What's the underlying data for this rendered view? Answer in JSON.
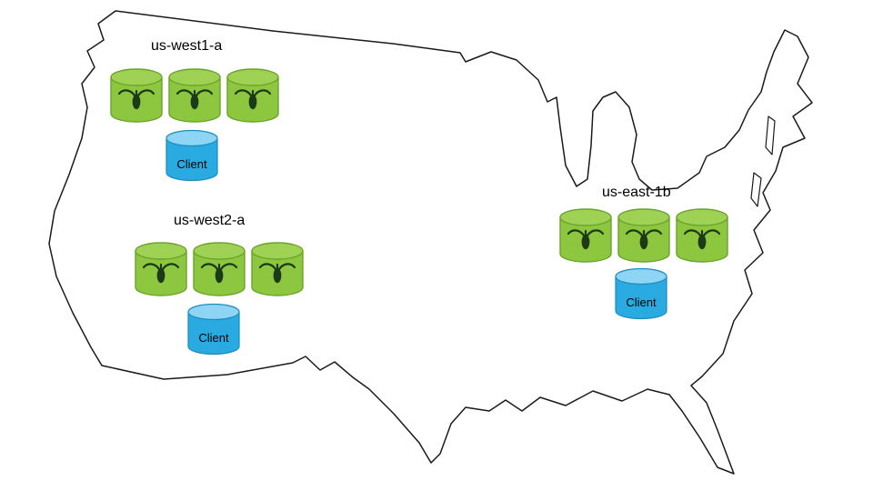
{
  "diagram": {
    "type": "deployment-topology-map",
    "map": "united-states-outline",
    "regions": [
      {
        "label": "us-west1-a",
        "node_count": 3,
        "client_label": "Client"
      },
      {
        "label": "us-west2-a",
        "node_count": 3,
        "client_label": "Client"
      },
      {
        "label": "us-east-1b",
        "node_count": 3,
        "client_label": "Client"
      }
    ],
    "icons": {
      "node": "green-database-cylinder-with-cockroach-glyph",
      "client": "blue-database-cylinder"
    },
    "colors": {
      "node_body": "#8dc63f",
      "node_top": "#9fd154",
      "node_stroke": "#6ba32c",
      "bug_glyph": "#1c3a17",
      "client_body": "#29abe2",
      "client_top": "#8ed4f4",
      "client_stroke": "#1d8dbf",
      "map_outline": "#1a1a1a",
      "background": "#ffffff"
    }
  }
}
